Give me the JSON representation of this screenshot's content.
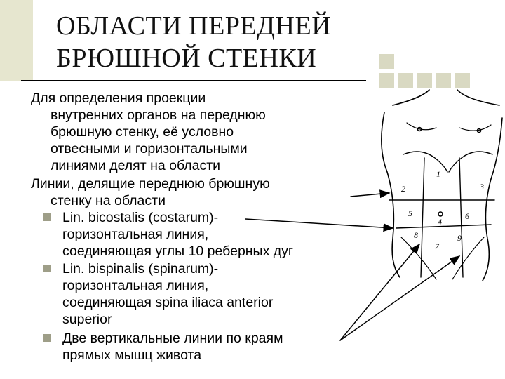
{
  "title": {
    "line1": "ОБЛАСТИ ПЕРЕДНЕЙ",
    "line2": "БРЮШНОЙ СТЕНКИ"
  },
  "intro": {
    "line1": "Для определения проекции",
    "line2": "внутренних органов на переднюю",
    "line3": "брюшную стенку, её условно",
    "line4": "отвесными и горизонтальными",
    "line5": "линиями делят на области"
  },
  "lines_heading": {
    "line1": "Линии, делящие переднюю брюшную",
    "line2": "стенку на области"
  },
  "bullets": [
    {
      "lines": [
        "Lin. bicostalis (costarum)-",
        "горизонтальная линия,",
        "соединяющая углы 10 реберных дуг"
      ]
    },
    {
      "lines": [
        "Lin. bispinalis (spinarum)-",
        "горизонтальная линия,",
        "соединяющая spina iliaca anterior",
        "superior"
      ]
    },
    {
      "lines": [
        "Две вертикальные линии по краям",
        "прямых мышц живота"
      ]
    }
  ],
  "figure": {
    "region_labels": [
      "1",
      "2",
      "3",
      "4",
      "5",
      "6",
      "7",
      "8",
      "9"
    ]
  },
  "colors": {
    "sidebar": "#e6e6cf",
    "squares": "#d9d9c2",
    "bullet": "#9e9e88"
  }
}
